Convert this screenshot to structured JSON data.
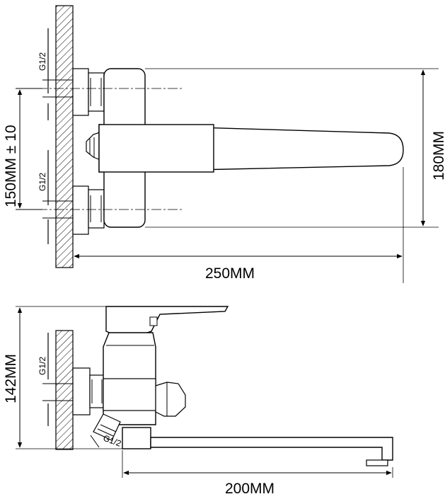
{
  "top_view": {
    "thread_upper": "G1/2",
    "thread_lower": "G1/2",
    "center_distance": "150MM ± 10",
    "height": "180MM",
    "spout_reach": "250MM"
  },
  "side_view": {
    "thread_wall": "G1/2",
    "thread_shower": "G1/2",
    "height": "142MM",
    "spout_reach": "200MM"
  }
}
